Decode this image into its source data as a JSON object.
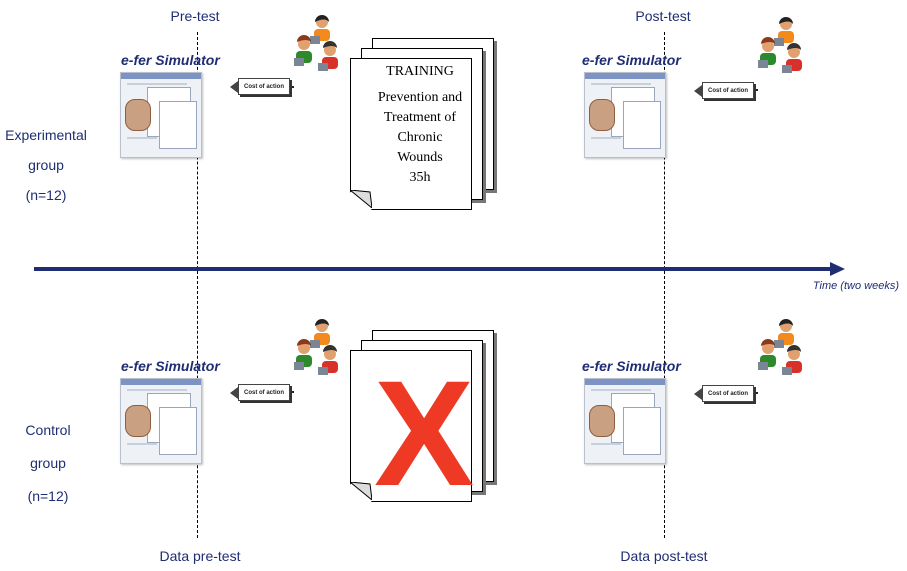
{
  "phase_labels": {
    "pre_test": "Pre-test",
    "post_test": "Post-test",
    "data_pre_test": "Data pre-test",
    "data_post_test": "Data post-test"
  },
  "simulator_title": "e-fer Simulator",
  "tag_label": "Cost of action",
  "groups": {
    "experimental": {
      "name_line1": "Experimental",
      "name_line2": "group",
      "n": "(n=12)"
    },
    "control": {
      "name_line1": "Control",
      "name_line2": "group",
      "n": "(n=12)"
    }
  },
  "training": {
    "title": "TRAINING",
    "line1": "Prevention and",
    "line2": "Treatment of",
    "line3": "Chronic",
    "line4": "Wounds",
    "line5": "35h"
  },
  "no_training_mark": "X",
  "timeline_label": "Time (two weeks)",
  "colors": {
    "text": "#1f2e73",
    "arrow": "#1f2e73",
    "x_mark": "#ee3a24"
  }
}
